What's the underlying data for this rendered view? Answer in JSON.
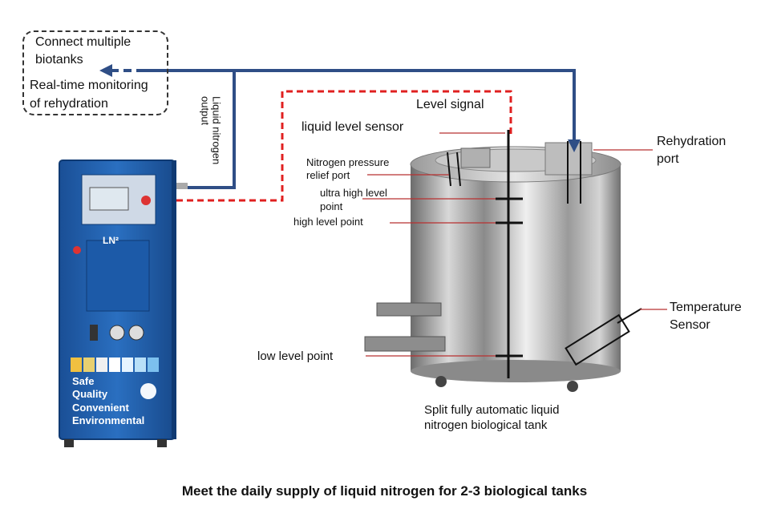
{
  "labels": {
    "connect_line1": "Connect multiple",
    "connect_line2": "biotanks",
    "monitor_line1": "Real-time monitoring",
    "monitor_line2": "of rehydration",
    "ln_output_line1": "Liquid nitrogen",
    "ln_output_line2": "output",
    "level_signal": "Level signal",
    "liquid_level_sensor": "liquid level sensor",
    "pressure_line1": "Nitrogen pressure",
    "pressure_line2": "relief port",
    "ultra_line1": "ultra high level",
    "ultra_line2": "point",
    "high_level": "high level point",
    "low_level": "low level point",
    "rehydration_line1": "Rehydration",
    "rehydration_line2": "port",
    "temperature_line1": "Temperature",
    "temperature_line2": "Sensor",
    "tank_line1": "Split fully automatic liquid",
    "tank_line2": "nitrogen biological tank",
    "caption": "Meet the daily supply of liquid nitrogen for 2-3 biological tanks"
  },
  "cabinet": {
    "brand": "LN²",
    "slogans": [
      "Safe",
      "Quality",
      "Convenient",
      "Environmental"
    ]
  },
  "colors": {
    "flow_line": "#2f4e86",
    "signal_line": "#e02020",
    "cabinet_blue": "#1f5fae",
    "pointer_red": "#b83030"
  }
}
